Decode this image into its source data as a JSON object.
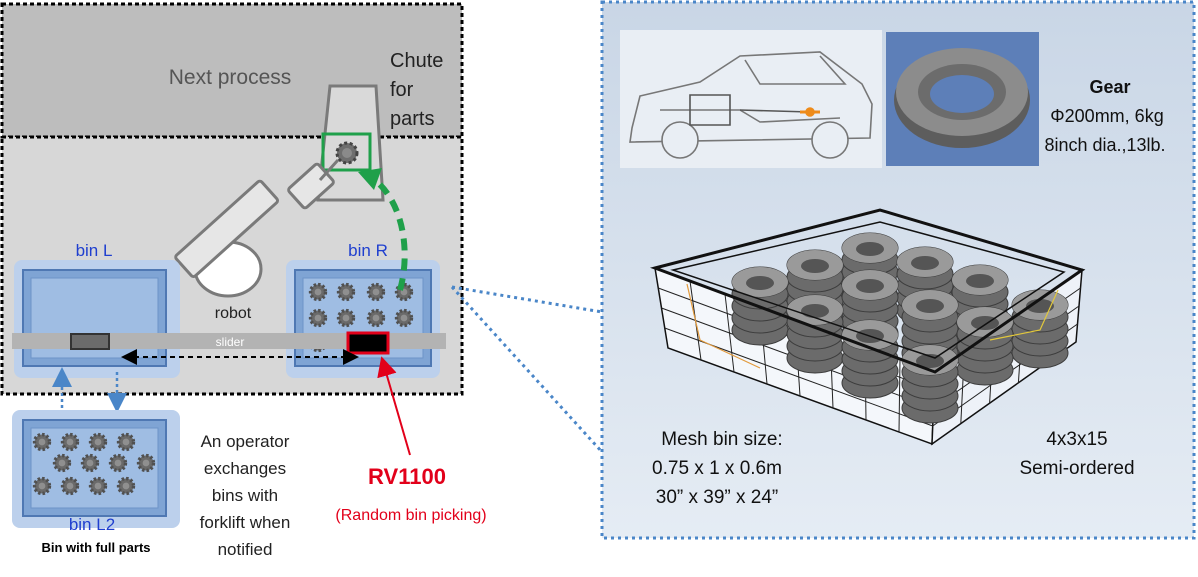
{
  "left": {
    "next_process": "Next process",
    "chute_label": [
      "Chute",
      "for",
      "parts"
    ],
    "bin_l": "bin L",
    "bin_r": "bin R",
    "robot": "robot",
    "slider": "slider",
    "bin_l2": "bin L2",
    "bin_full_caption": "Bin with full parts",
    "operator_text": [
      "An operator",
      "exchanges",
      "bins with",
      "forklift when",
      "notified"
    ],
    "model_name": "RV1100",
    "model_sub": "(Random bin picking)"
  },
  "right": {
    "gear_title": "Gear",
    "gear_spec_1": "Φ200mm, 6kg",
    "gear_spec_2": "8inch dia.,13lb.",
    "mesh_size_title": "Mesh bin size:",
    "mesh_size_metric": "0.75 x 1 x 0.6m",
    "mesh_size_imperial": "30” x 39” x 24”",
    "layout_count": "4x3x15",
    "layout_type": "Semi-ordered"
  },
  "colors": {
    "accent_red": "#e2001a",
    "bin_blue": "#1f3fcf",
    "green_path": "#1fa04a",
    "dotted_blue": "#4a86c8",
    "panel_bg": "#dbe4ef"
  }
}
